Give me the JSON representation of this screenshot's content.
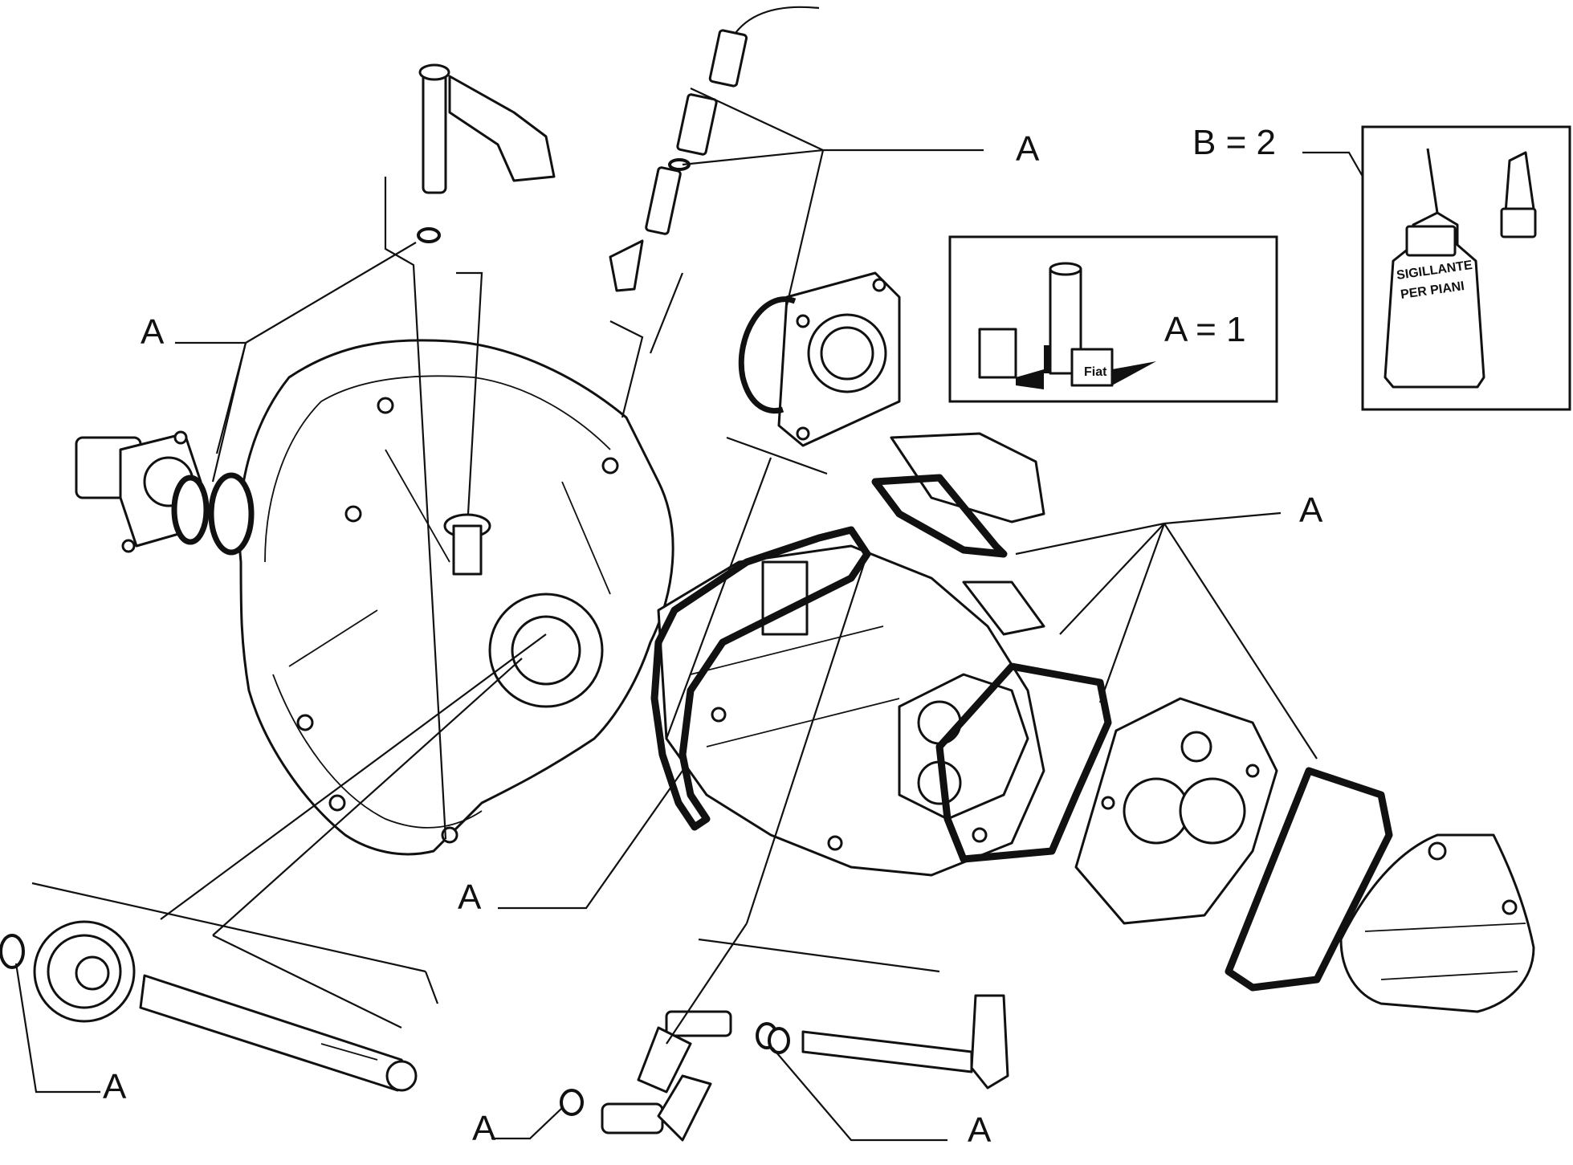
{
  "callouts": {
    "a_left": "A",
    "a_top": "A",
    "a_right": "A",
    "a_center": "A",
    "a_bottom_left": "A",
    "a_bottom_mid": "A",
    "a_bottom_right": "A"
  },
  "legend": {
    "box_a": {
      "text": "A = 1",
      "product_label": "Fiat"
    },
    "box_b": {
      "text": "B = 2",
      "bottle_label_line1": "SIGILLANTE",
      "bottle_label_line2": "PER PIANI"
    }
  }
}
